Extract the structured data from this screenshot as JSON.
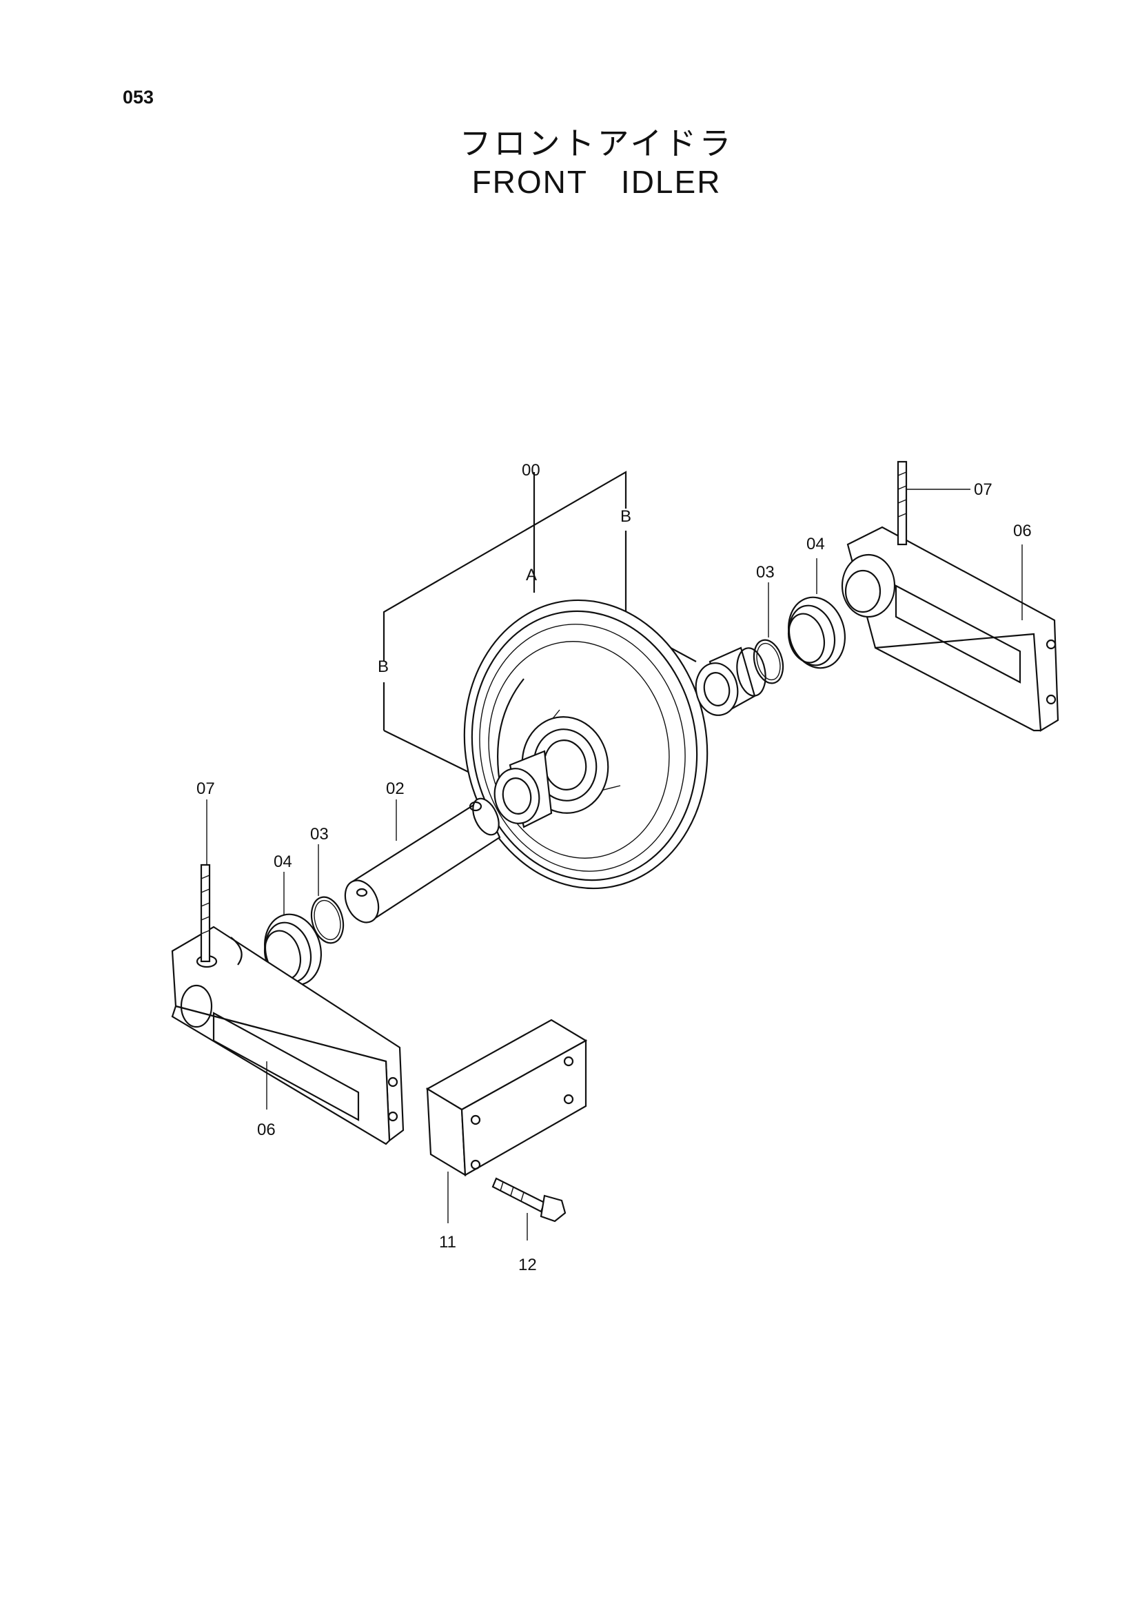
{
  "page_number": "053",
  "title_jp": "フロントアイドラ",
  "title_en": "FRONT   IDLER",
  "callouts": {
    "assembly": "00",
    "group_a": "A",
    "group_b_left": "B",
    "group_b_right": "B",
    "shaft": "02",
    "oring_left": "03",
    "oring_right": "03",
    "seal_left": "04",
    "seal_right": "04",
    "bracket_left": "06",
    "bracket_right": "06",
    "pin_left": "07",
    "pin_right": "07",
    "block": "11",
    "bolt": "12"
  }
}
